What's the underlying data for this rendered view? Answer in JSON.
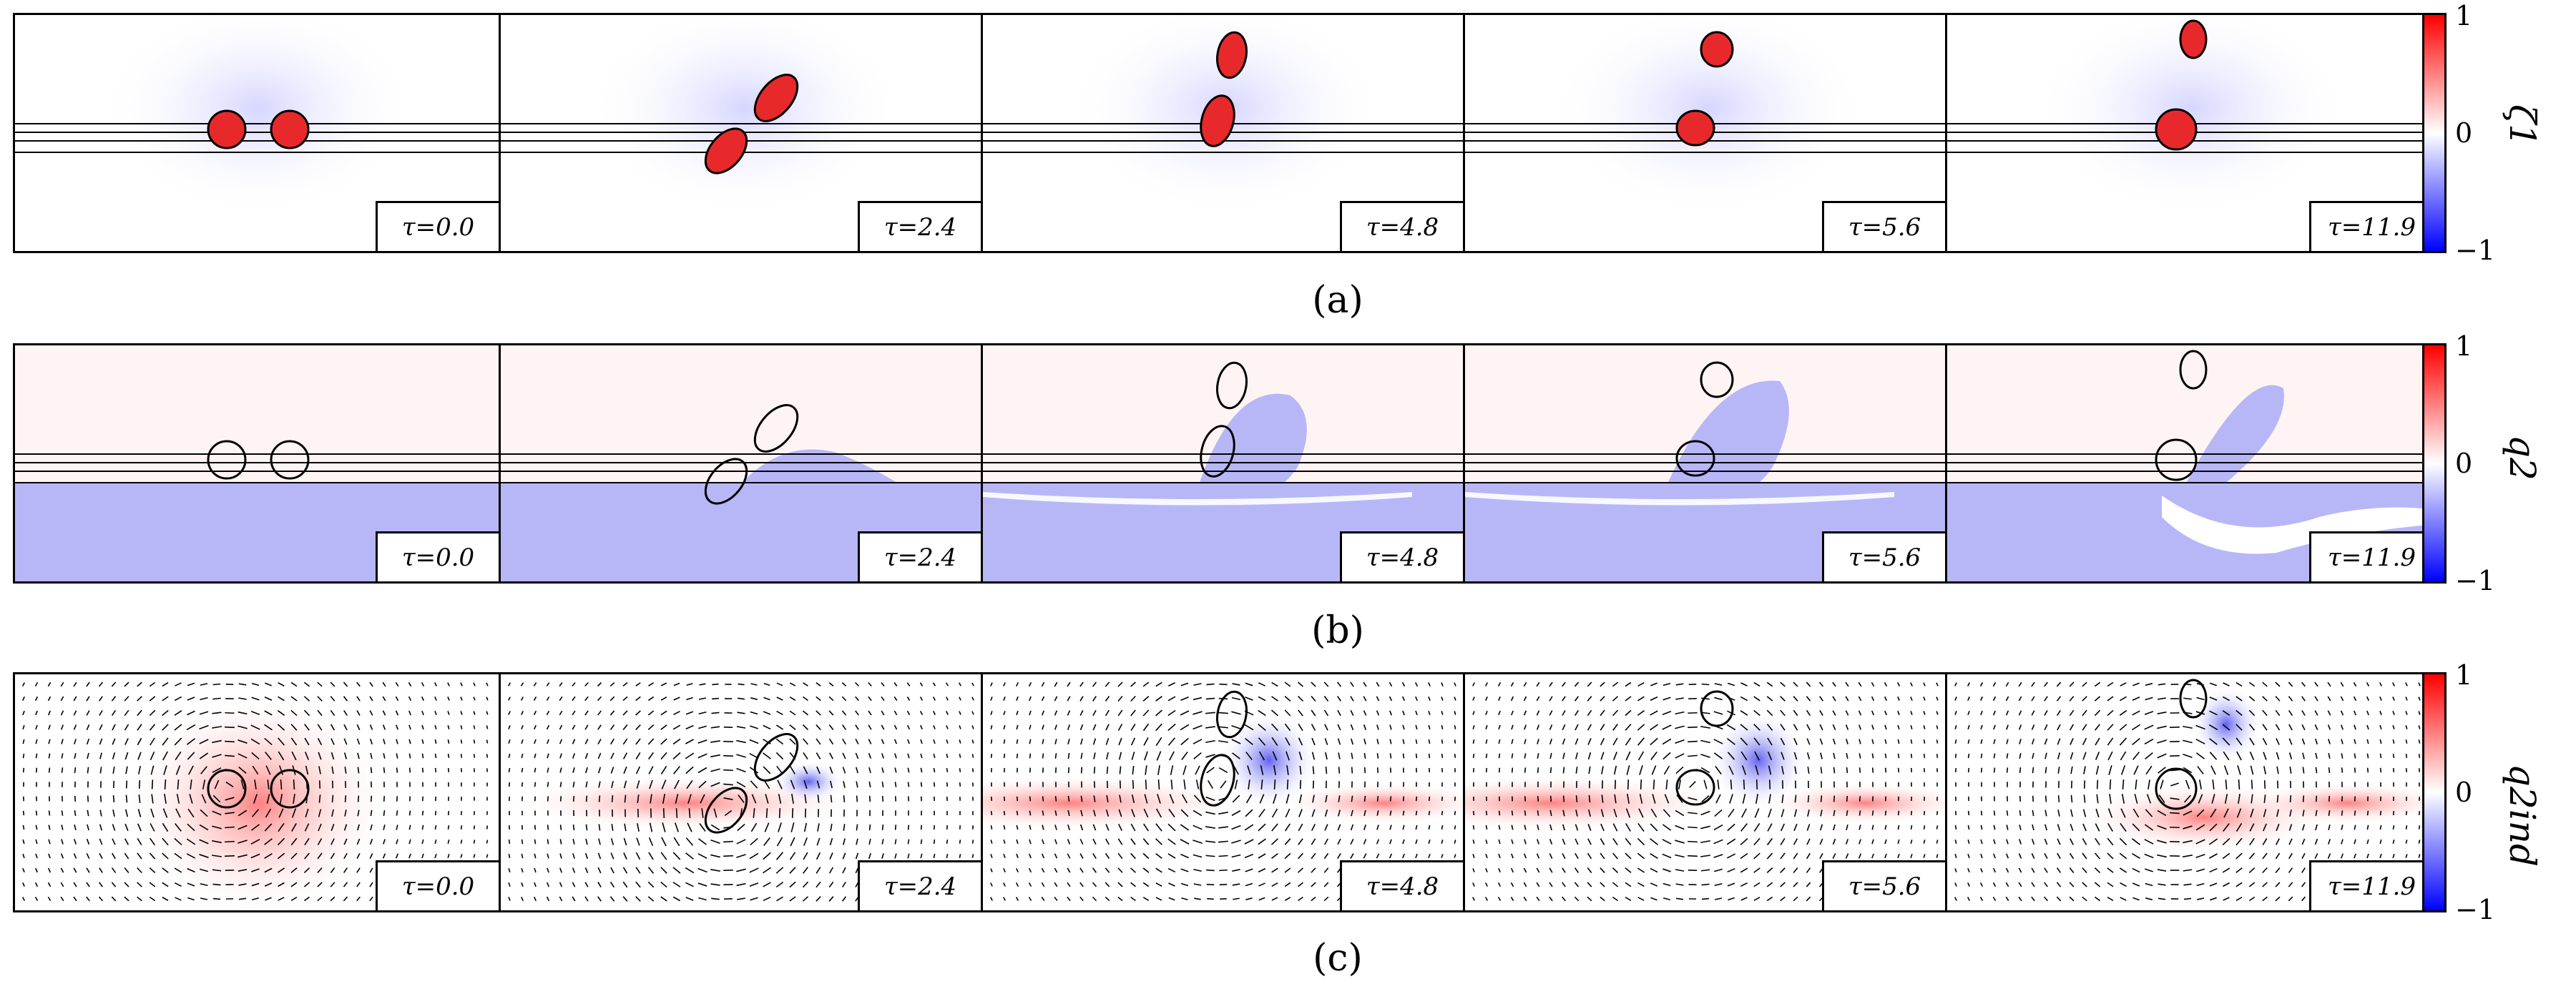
{
  "figure": {
    "rows": [
      {
        "id": "a",
        "caption": "(a)",
        "variable_label": "ζ1",
        "colorbar_ticks": [
          "1",
          "0",
          "−1"
        ],
        "panel_times": [
          "τ=0.0",
          "τ=2.4",
          "τ=4.8",
          "τ=5.6",
          "τ=11.9"
        ]
      },
      {
        "id": "b",
        "caption": "(b)",
        "variable_label": "q2",
        "colorbar_ticks": [
          "1",
          "0",
          "−1"
        ],
        "panel_times": [
          "τ=0.0",
          "τ=2.4",
          "τ=4.8",
          "τ=5.6",
          "τ=11.9"
        ]
      },
      {
        "id": "c",
        "caption": "(c)",
        "variable_label": "q2ind",
        "colorbar_ticks": [
          "1",
          "0",
          "−1"
        ],
        "panel_times": [
          "τ=0.0",
          "τ=2.4",
          "τ=4.8",
          "τ=5.6",
          "τ=11.9"
        ]
      }
    ],
    "colors": {
      "positive": "#ff0000",
      "zero": "#ffffff",
      "negative": "#0000ff"
    }
  }
}
